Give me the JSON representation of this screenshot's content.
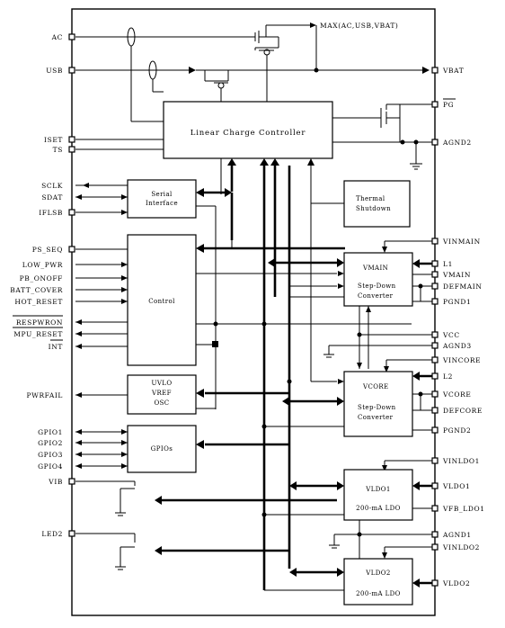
{
  "top_output": "MAX(AC,USB,VBAT)",
  "pins_left": {
    "ac": "AC",
    "usb": "USB",
    "iset": "ISET",
    "ts": "TS",
    "sclk": "SCLK",
    "sdat": "SDAT",
    "iflsb": "IFLSB",
    "ps_seq": "PS_SEQ",
    "low_pwr": "LOW_PWR",
    "pb_onoff": "PB_ONOFF",
    "batt_cover": "BATT_COVER",
    "hot_reset": "HOT_RESET",
    "resetpwron": "RESPWRON",
    "mpu_reset": "MPU_RESET",
    "int": "INT",
    "pwrfail": "PWRFAIL",
    "gpio1": "GPIO1",
    "gpio2": "GPIO2",
    "gpio3": "GPIO3",
    "gpio4": "GPIO4",
    "vib": "VIB",
    "led2": "LED2"
  },
  "pins_right": {
    "vbat": "VBAT",
    "pg": "PG",
    "agnd2": "AGND2",
    "vinmain": "VINMAIN",
    "l1": "L1",
    "vmain": "VMAIN",
    "defmain": "DEFMAIN",
    "pgnd1": "PGND1",
    "vcc": "VCC",
    "agnd3": "AGND3",
    "vincore": "VINCORE",
    "l2": "L2",
    "vcore": "VCORE",
    "defcore": "DEFCORE",
    "pgnd2": "PGND2",
    "vinldo1": "VINLDO1",
    "vldo1": "VLDO1",
    "vfb_ldo1": "VFB_LDO1",
    "agnd1": "AGND1",
    "vinldo2": "VINLDO2",
    "vldo2": "VLDO2"
  },
  "blocks": {
    "charger": "Linear Charge Controller",
    "serial_1": "Serial",
    "serial_2": "Interface",
    "thermal_1": "Thermal",
    "thermal_2": "Shutdown",
    "control": "Control",
    "vmain_1": "VMAIN",
    "vmain_2": "Step-Down",
    "vmain_3": "Converter",
    "uvlo_1": "UVLO",
    "uvlo_2": "VREF",
    "uvlo_3": "OSC",
    "vcore_1": "VCORE",
    "vcore_2": "Step-Down",
    "vcore_3": "Converter",
    "gpios": "GPIOs",
    "ldo1_1": "VLDO1",
    "ldo1_2": "200-mA LDO",
    "ldo2_1": "VLDO2",
    "ldo2_2": "200-mA LDO"
  }
}
